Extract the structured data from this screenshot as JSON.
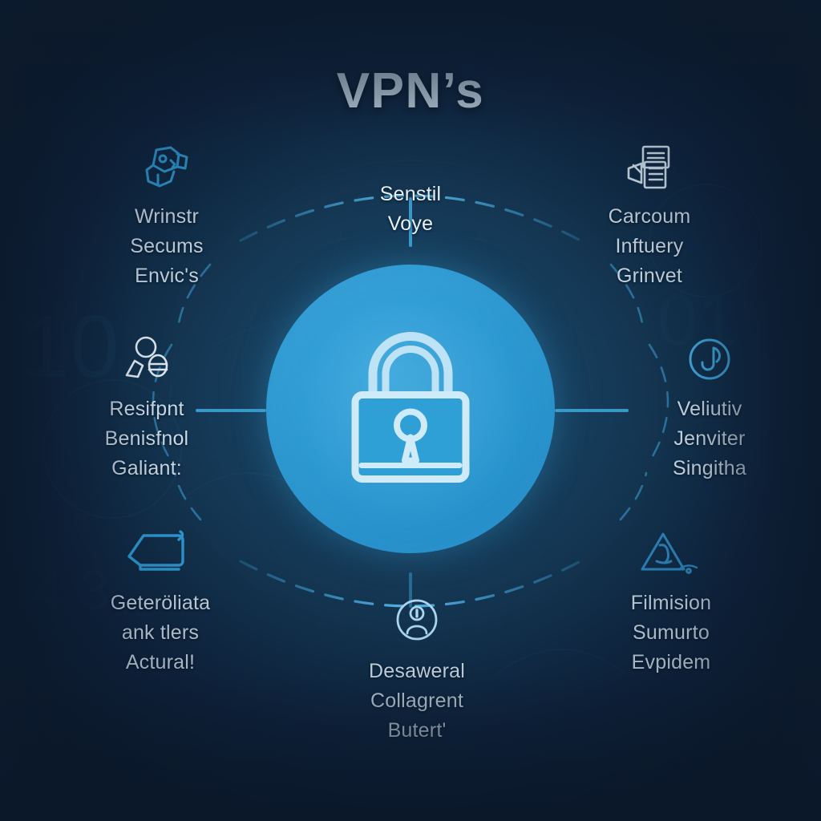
{
  "page": {
    "background_color": "#12233c",
    "accent_color": "#2e9ad3",
    "text_color": "#dfeaf3",
    "icon_color": "#cfe3f2"
  },
  "title": "VPN’s",
  "center": {
    "icon": "padlock-icon",
    "label": ""
  },
  "nodes": [
    {
      "id": "top",
      "icon": "none",
      "label": "Senstil\nVoye",
      "position": "top"
    },
    {
      "id": "topleft",
      "icon": "shield-hand-icon",
      "label": "Wrinstr\nSecums\nEnvic's",
      "position": "top-left"
    },
    {
      "id": "topright",
      "icon": "document-server-icon",
      "label": "Carcoum\nInftuery\nGrinvet",
      "position": "top-right"
    },
    {
      "id": "left",
      "icon": "user-profile-icon",
      "label": "Resifpnt\nBenisfnol\nGaliant:",
      "position": "left"
    },
    {
      "id": "right",
      "icon": "circle-hook-icon",
      "label": "Veliutiv\nJenviter\nSingitha",
      "position": "right"
    },
    {
      "id": "botleft",
      "icon": "folder-outline-icon",
      "label": "Geteröliata\nank tlers\nActural!",
      "position": "bottom-left"
    },
    {
      "id": "bottom",
      "icon": "user-circle-icon",
      "label": "Desaweral\nCollagrent\nButert'",
      "position": "bottom"
    },
    {
      "id": "botright",
      "icon": "warning-triangle-icon",
      "label": "Filmision\nSumurto\nEvpidem",
      "position": "bottom-right"
    }
  ]
}
